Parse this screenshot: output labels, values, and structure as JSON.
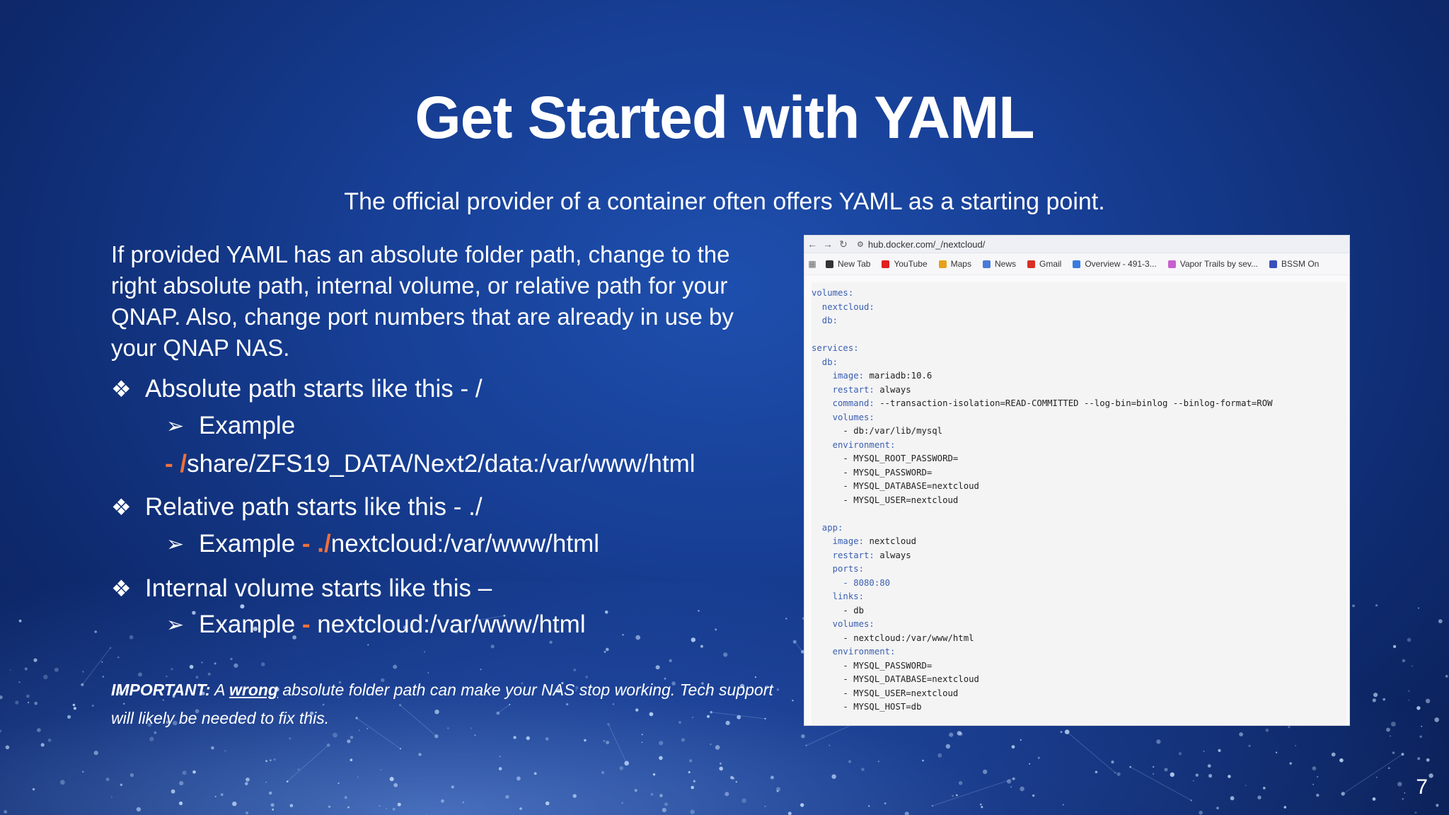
{
  "slide": {
    "title": "Get Started with YAML",
    "subtitle": "The official provider of a container often offers YAML as a starting point.",
    "intro": "If provided YAML has an absolute folder path, change to the right absolute path, internal volume, or relative path for your QNAP. Also, change port numbers that are already in use by your QNAP NAS.",
    "bullet1": "Absolute path starts like this - /",
    "bullet1_example": "Example",
    "bullet1_path_prefix": "- /",
    "bullet1_path": "share/ZFS19_DATA/Next2/data:/var/www/html",
    "bullet2": "Relative path starts like this - ./",
    "bullet2_example": "Example",
    "bullet2_prefix": "- ./",
    "bullet2_path": "nextcloud:/var/www/html",
    "bullet3": "Internal volume starts like this –",
    "bullet3_example": "Example",
    "bullet3_prefix": "-",
    "bullet3_path": "nextcloud:/var/www/html",
    "important_label": "IMPORTANT:",
    "important_a": "A",
    "important_wrong": "wrong",
    "important_rest": "absolute folder path can make your NAS stop working. Tech support will likely be needed to fix this.",
    "page_number": "7",
    "bullet_glyph": "❖",
    "sub_glyph": "➢",
    "accent_color": "#f0703a"
  },
  "browser": {
    "url": "hub.docker.com/_/nextcloud/",
    "bookmarks": [
      {
        "label": "New Tab",
        "icon": "globe-icon",
        "color": "#333333"
      },
      {
        "label": "YouTube",
        "icon": "youtube-icon",
        "color": "#e02020"
      },
      {
        "label": "Maps",
        "icon": "maps-pin-icon",
        "color": "#e6a21a"
      },
      {
        "label": "News",
        "icon": "news-icon",
        "color": "#4a7bd8"
      },
      {
        "label": "Gmail",
        "icon": "gmail-icon",
        "color": "#d93025"
      },
      {
        "label": "Overview - 491-3...",
        "icon": "google-ads-icon",
        "color": "#3a7be0"
      },
      {
        "label": "Vapor Trails by sev...",
        "icon": "heart-icon",
        "color": "#c85fd0"
      },
      {
        "label": "BSSM On",
        "icon": "bssm-icon",
        "color": "#3a50b8"
      }
    ],
    "code_lines": [
      {
        "k": "volumes:",
        "v": ""
      },
      {
        "k": "  nextcloud:",
        "v": ""
      },
      {
        "k": "  db:",
        "v": ""
      },
      {
        "k": "",
        "v": ""
      },
      {
        "k": "services:",
        "v": ""
      },
      {
        "k": "  db:",
        "v": ""
      },
      {
        "k": "    image:",
        "v": " mariadb:10.6"
      },
      {
        "k": "    restart:",
        "v": " always"
      },
      {
        "k": "    command:",
        "v": " --transaction-isolation=READ-COMMITTED --log-bin=binlog --binlog-format=ROW"
      },
      {
        "k": "    volumes:",
        "v": ""
      },
      {
        "k": "",
        "v": "      - db:/var/lib/mysql"
      },
      {
        "k": "    environment:",
        "v": ""
      },
      {
        "k": "",
        "v": "      - MYSQL_ROOT_PASSWORD="
      },
      {
        "k": "",
        "v": "      - MYSQL_PASSWORD="
      },
      {
        "k": "",
        "v": "      - MYSQL_DATABASE=nextcloud"
      },
      {
        "k": "",
        "v": "      - MYSQL_USER=nextcloud"
      },
      {
        "k": "",
        "v": ""
      },
      {
        "k": "  app:",
        "v": ""
      },
      {
        "k": "    image:",
        "v": " nextcloud"
      },
      {
        "k": "    restart:",
        "v": " always"
      },
      {
        "k": "    ports:",
        "v": ""
      },
      {
        "k": "      - 8080:80",
        "v": ""
      },
      {
        "k": "    links:",
        "v": ""
      },
      {
        "k": "",
        "v": "      - db"
      },
      {
        "k": "    volumes:",
        "v": ""
      },
      {
        "k": "",
        "v": "      - nextcloud:/var/www/html"
      },
      {
        "k": "    environment:",
        "v": ""
      },
      {
        "k": "",
        "v": "      - MYSQL_PASSWORD="
      },
      {
        "k": "",
        "v": "      - MYSQL_DATABASE=nextcloud"
      },
      {
        "k": "",
        "v": "      - MYSQL_USER=nextcloud"
      },
      {
        "k": "",
        "v": "      - MYSQL_HOST=db"
      }
    ]
  }
}
